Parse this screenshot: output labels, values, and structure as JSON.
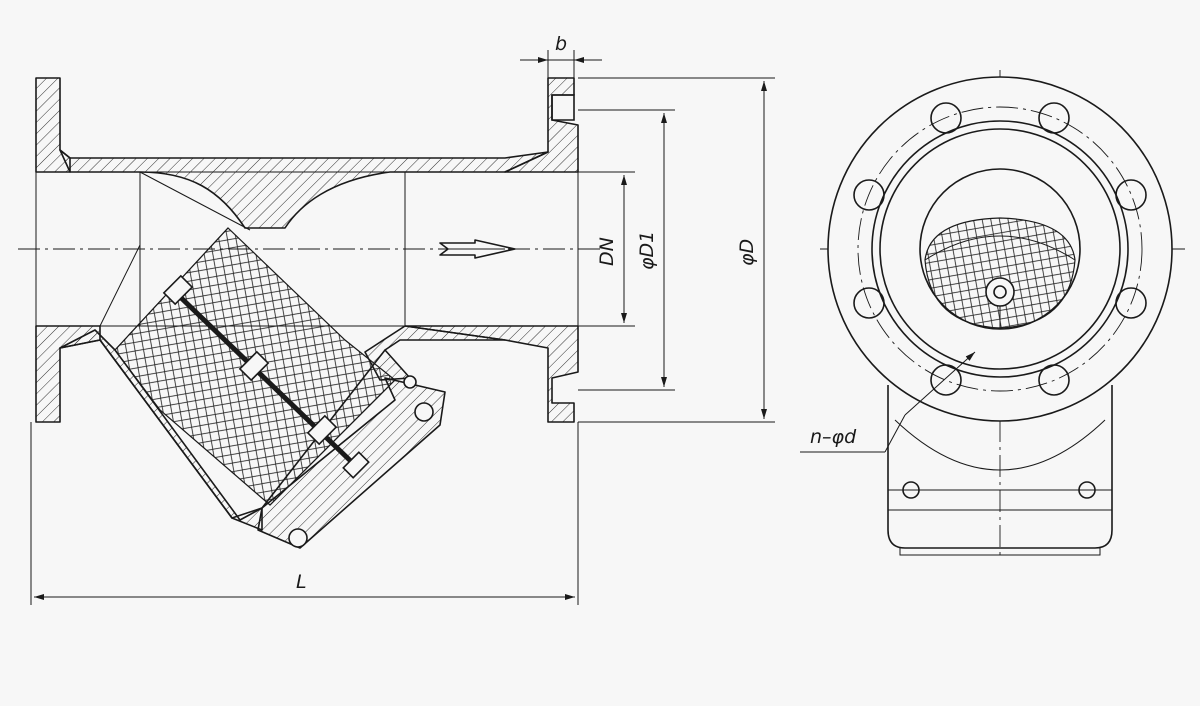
{
  "labels": {
    "b": "b",
    "dn": "DN",
    "d1": "φD1",
    "d": "φD",
    "l": "L",
    "nd": "n–φd"
  }
}
